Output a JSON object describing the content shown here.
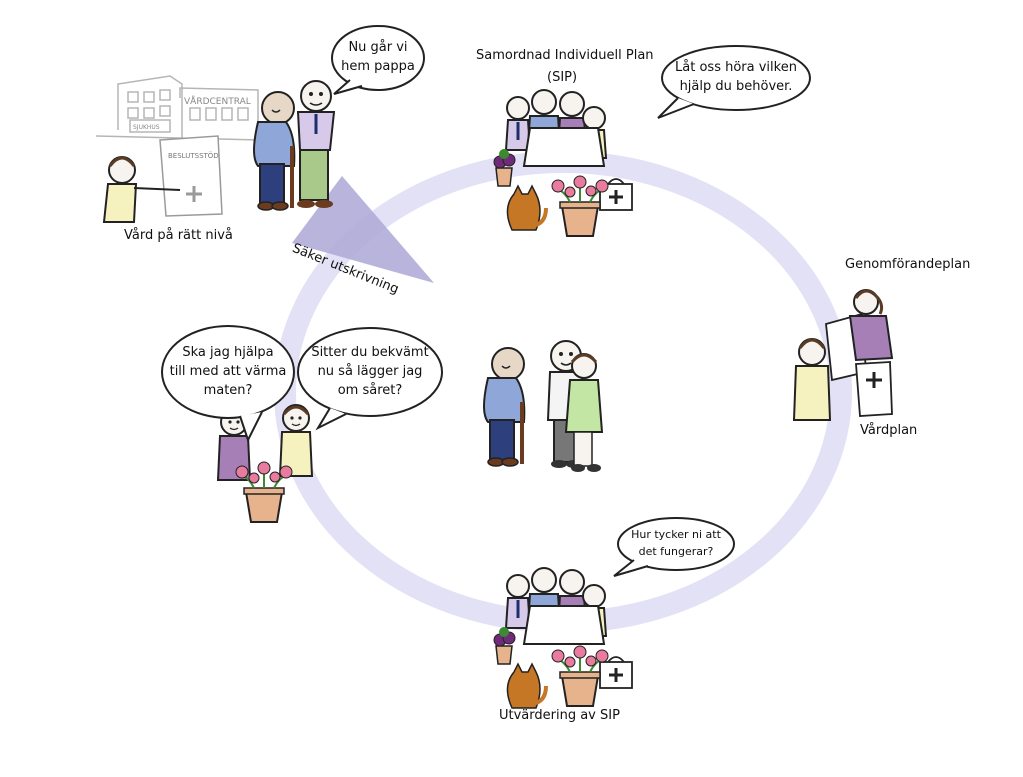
{
  "labels": {
    "sip_title": "Samordnad Individuell Plan",
    "sip_abbr": "(SIP)",
    "genomforandeplan": "Genomförandeplan",
    "vardplan": "Vårdplan",
    "utvardering": "Utvärdering av SIP",
    "vard_ratt_niva": "Vård på rätt nivå",
    "saker_utskrivning": "Säker utskrivning"
  },
  "signs": {
    "vardcentral": "VÅRDCENTRAL",
    "sjukhus": "SJUKHUS",
    "beslutsstod": "BESLUTSSTÖD"
  },
  "bubbles": {
    "hem_pappa": [
      "Nu går vi",
      "hem pappa"
    ],
    "hjalp": [
      "Låt oss höra vilken",
      "hjälp du behöver."
    ],
    "fungerar": [
      "Hur tycker ni att",
      "det fungerar?"
    ],
    "varma": [
      "Ska jag hjälpa",
      "till med att värma",
      "maten?"
    ],
    "bekvamt": [
      "Sitter du bekvämt",
      "nu så lägger jag",
      "om såret?"
    ]
  },
  "colors": {
    "cycle_ring": "#e3e1f5",
    "arrow": "#b0acd8",
    "elder_shirt": "#8ea6d8",
    "elder_pants": "#2d3f7c",
    "purple_top": "#a77fb7",
    "yellow_top": "#f6f2c0",
    "green_top": "#c3e6a5",
    "flower": "#e97b9e",
    "pot": "#e6b38d",
    "cat": "#c57726"
  }
}
